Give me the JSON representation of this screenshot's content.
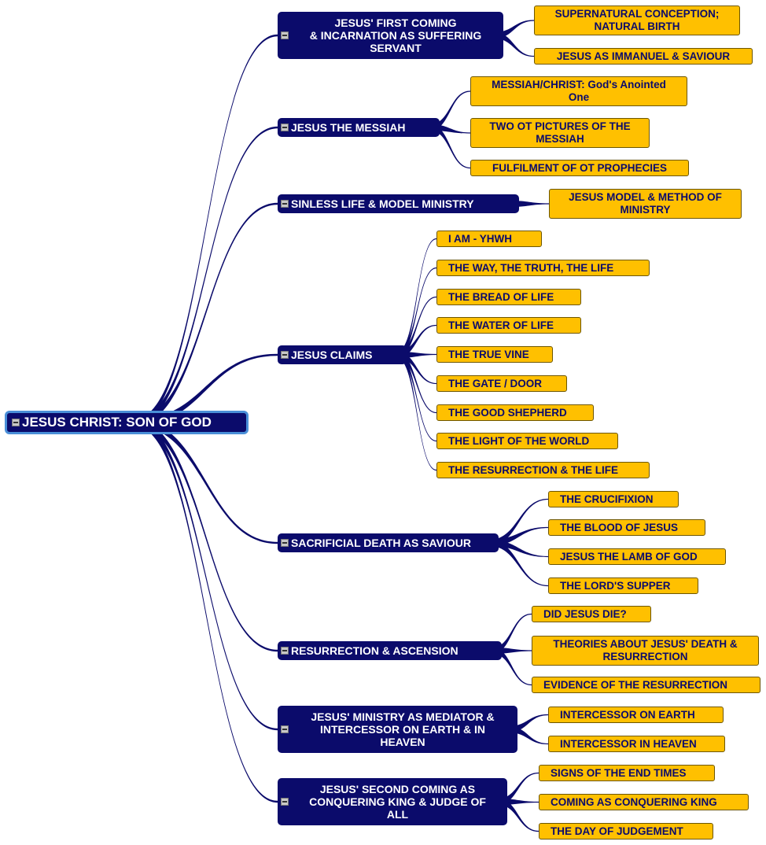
{
  "root": {
    "label": "JESUS CHRIST: SON OF GOD"
  },
  "branches": [
    {
      "label": "JESUS' FIRST COMING\n& INCARNATION AS SUFFERING\nSERVANT",
      "children": [
        "SUPERNATURAL CONCEPTION;\nNATURAL BIRTH",
        "JESUS AS IMMANUEL & SAVIOUR"
      ]
    },
    {
      "label": "JESUS THE MESSIAH",
      "children": [
        "MESSIAH/CHRIST: God's Anointed\nOne",
        "TWO OT PICTURES OF THE\nMESSIAH",
        "FULFILMENT OF OT PROPHECIES"
      ]
    },
    {
      "label": "SINLESS LIFE & MODEL MINISTRY",
      "children": [
        "JESUS MODEL & METHOD OF\nMINISTRY"
      ]
    },
    {
      "label": "JESUS  CLAIMS",
      "children": [
        "I AM  -  YHWH",
        "THE WAY, THE TRUTH, THE LIFE",
        "THE BREAD OF LIFE",
        "THE WATER OF LIFE",
        "THE TRUE VINE",
        "THE GATE / DOOR",
        "THE GOOD SHEPHERD",
        "THE LIGHT OF THE WORLD",
        "THE RESURRECTION & THE LIFE"
      ]
    },
    {
      "label": "SACRIFICIAL DEATH AS SAVIOUR",
      "children": [
        "THE CRUCIFIXION",
        "THE BLOOD OF JESUS",
        "JESUS THE LAMB OF GOD",
        "THE LORD'S SUPPER"
      ]
    },
    {
      "label": "RESURRECTION & ASCENSION",
      "children": [
        "DID JESUS DIE?",
        "THEORIES ABOUT JESUS' DEATH &\nRESURRECTION",
        "EVIDENCE OF THE RESURRECTION"
      ]
    },
    {
      "label": "JESUS' MINISTRY AS MEDIATOR &\nINTERCESSOR ON EARTH & IN\nHEAVEN",
      "children": [
        "INTERCESSOR ON EARTH",
        "INTERCESSOR IN HEAVEN"
      ]
    },
    {
      "label": "JESUS' SECOND COMING AS\nCONQUERING KING & JUDGE OF\nALL",
      "children": [
        "SIGNS OF THE END TIMES",
        "COMING AS CONQUERING KING",
        "THE DAY OF JUDGEMENT"
      ]
    }
  ],
  "colors": {
    "node_fill": "#0b0b6b",
    "leaf_fill": "#ffc000",
    "connector": "#0b0b6b",
    "root_border": "#4a8fd8"
  },
  "icons": {
    "toggle": "collapse-toggle-icon"
  }
}
